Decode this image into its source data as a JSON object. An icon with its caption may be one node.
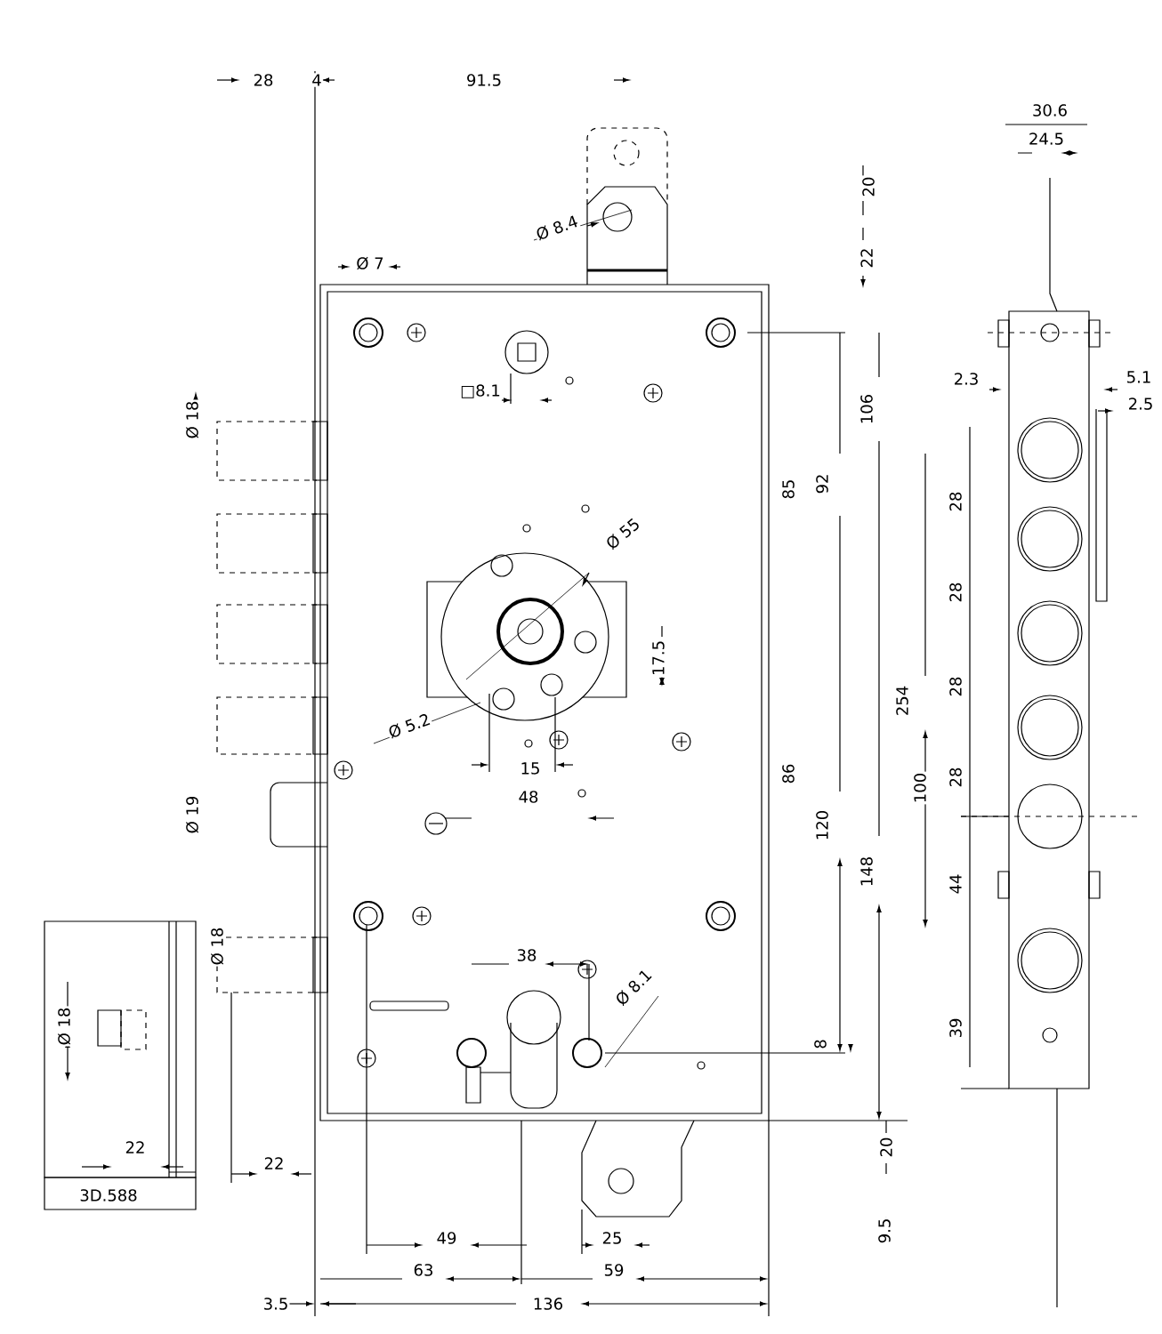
{
  "diagram": {
    "labels": [
      "28",
      "4",
      "91.5",
      "Ø 8.4",
      "20",
      "22",
      "Ø 7",
      "30.6",
      "24.5",
      "□8.1",
      "Ø 18",
      "2.3",
      "5.1",
      "2.5",
      "106",
      "85",
      "92",
      "28",
      "Ø 55",
      "28",
      "17.5",
      "28",
      "Ø 5.2",
      "254",
      "28",
      "15",
      "48",
      "86",
      "100",
      "Ø 19",
      "120",
      "148",
      "44",
      "Ø 18",
      "38",
      "Ø 8.1",
      "Ø 18",
      "39",
      "8",
      "22",
      "3D.588",
      "22",
      "20",
      "49",
      "25",
      "9.5",
      "63",
      "59",
      "3.5",
      "136"
    ]
  }
}
